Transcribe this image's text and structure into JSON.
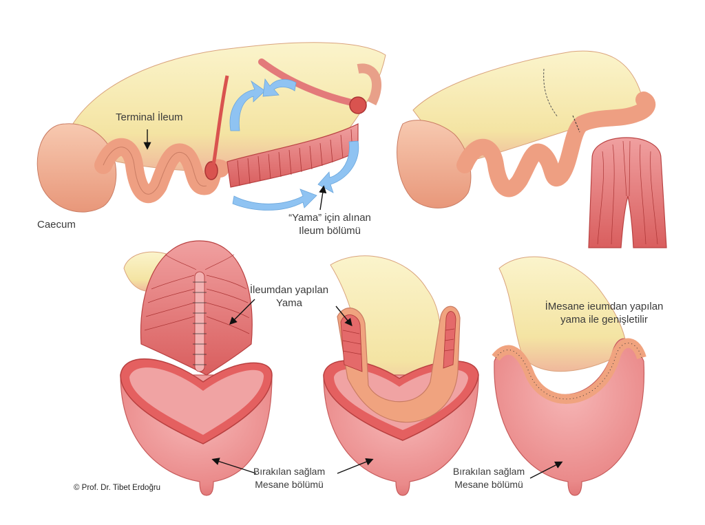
{
  "labels": {
    "terminal_ileum": "Terminal İleum",
    "caecum": "Caecum",
    "patch_segment_line1": "“Yama” için alınan",
    "patch_segment_line2": "Ileum bölümü",
    "ileal_patch_line1": "İleumdan yapılan",
    "ileal_patch_line2": "Yama",
    "augmented_line1": "İMesane ieumdan yapılan",
    "augmented_line2": "yama ile genişletilir",
    "remnant_left_line1": "Bırakılan sağlam",
    "remnant_left_line2": "Mesane bölümü",
    "remnant_right_line1": "Bırakılan sağlam",
    "remnant_right_line2": "Mesane bölümü",
    "copyright": "© Prof. Dr. Tibet Erdoğru"
  },
  "colors": {
    "mesentery": "#f8efb8",
    "bowel": "#f2b49a",
    "mucosa": "#e06666",
    "bladder": "#ef9a9a",
    "arrow": "#8fc3f2",
    "text": "#3a3a3a"
  }
}
